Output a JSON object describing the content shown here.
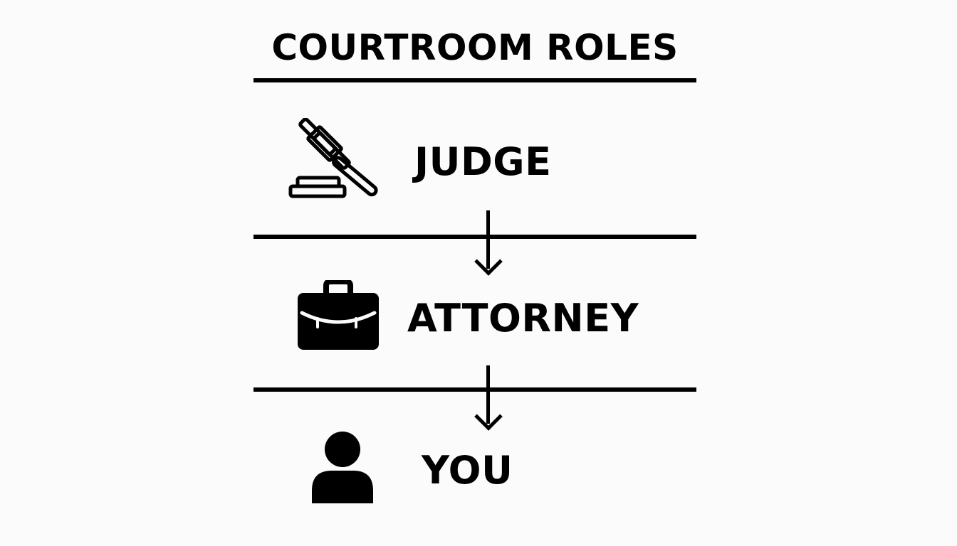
{
  "title": "COURTROOM ROLES",
  "roles": [
    {
      "label": "JUDGE",
      "icon": "gavel-icon"
    },
    {
      "label": "ATTORNEY",
      "icon": "briefcase-icon"
    },
    {
      "label": "YOU",
      "icon": "person-icon"
    }
  ],
  "colors": {
    "foreground": "#000000",
    "background": "#fbfbfb"
  }
}
